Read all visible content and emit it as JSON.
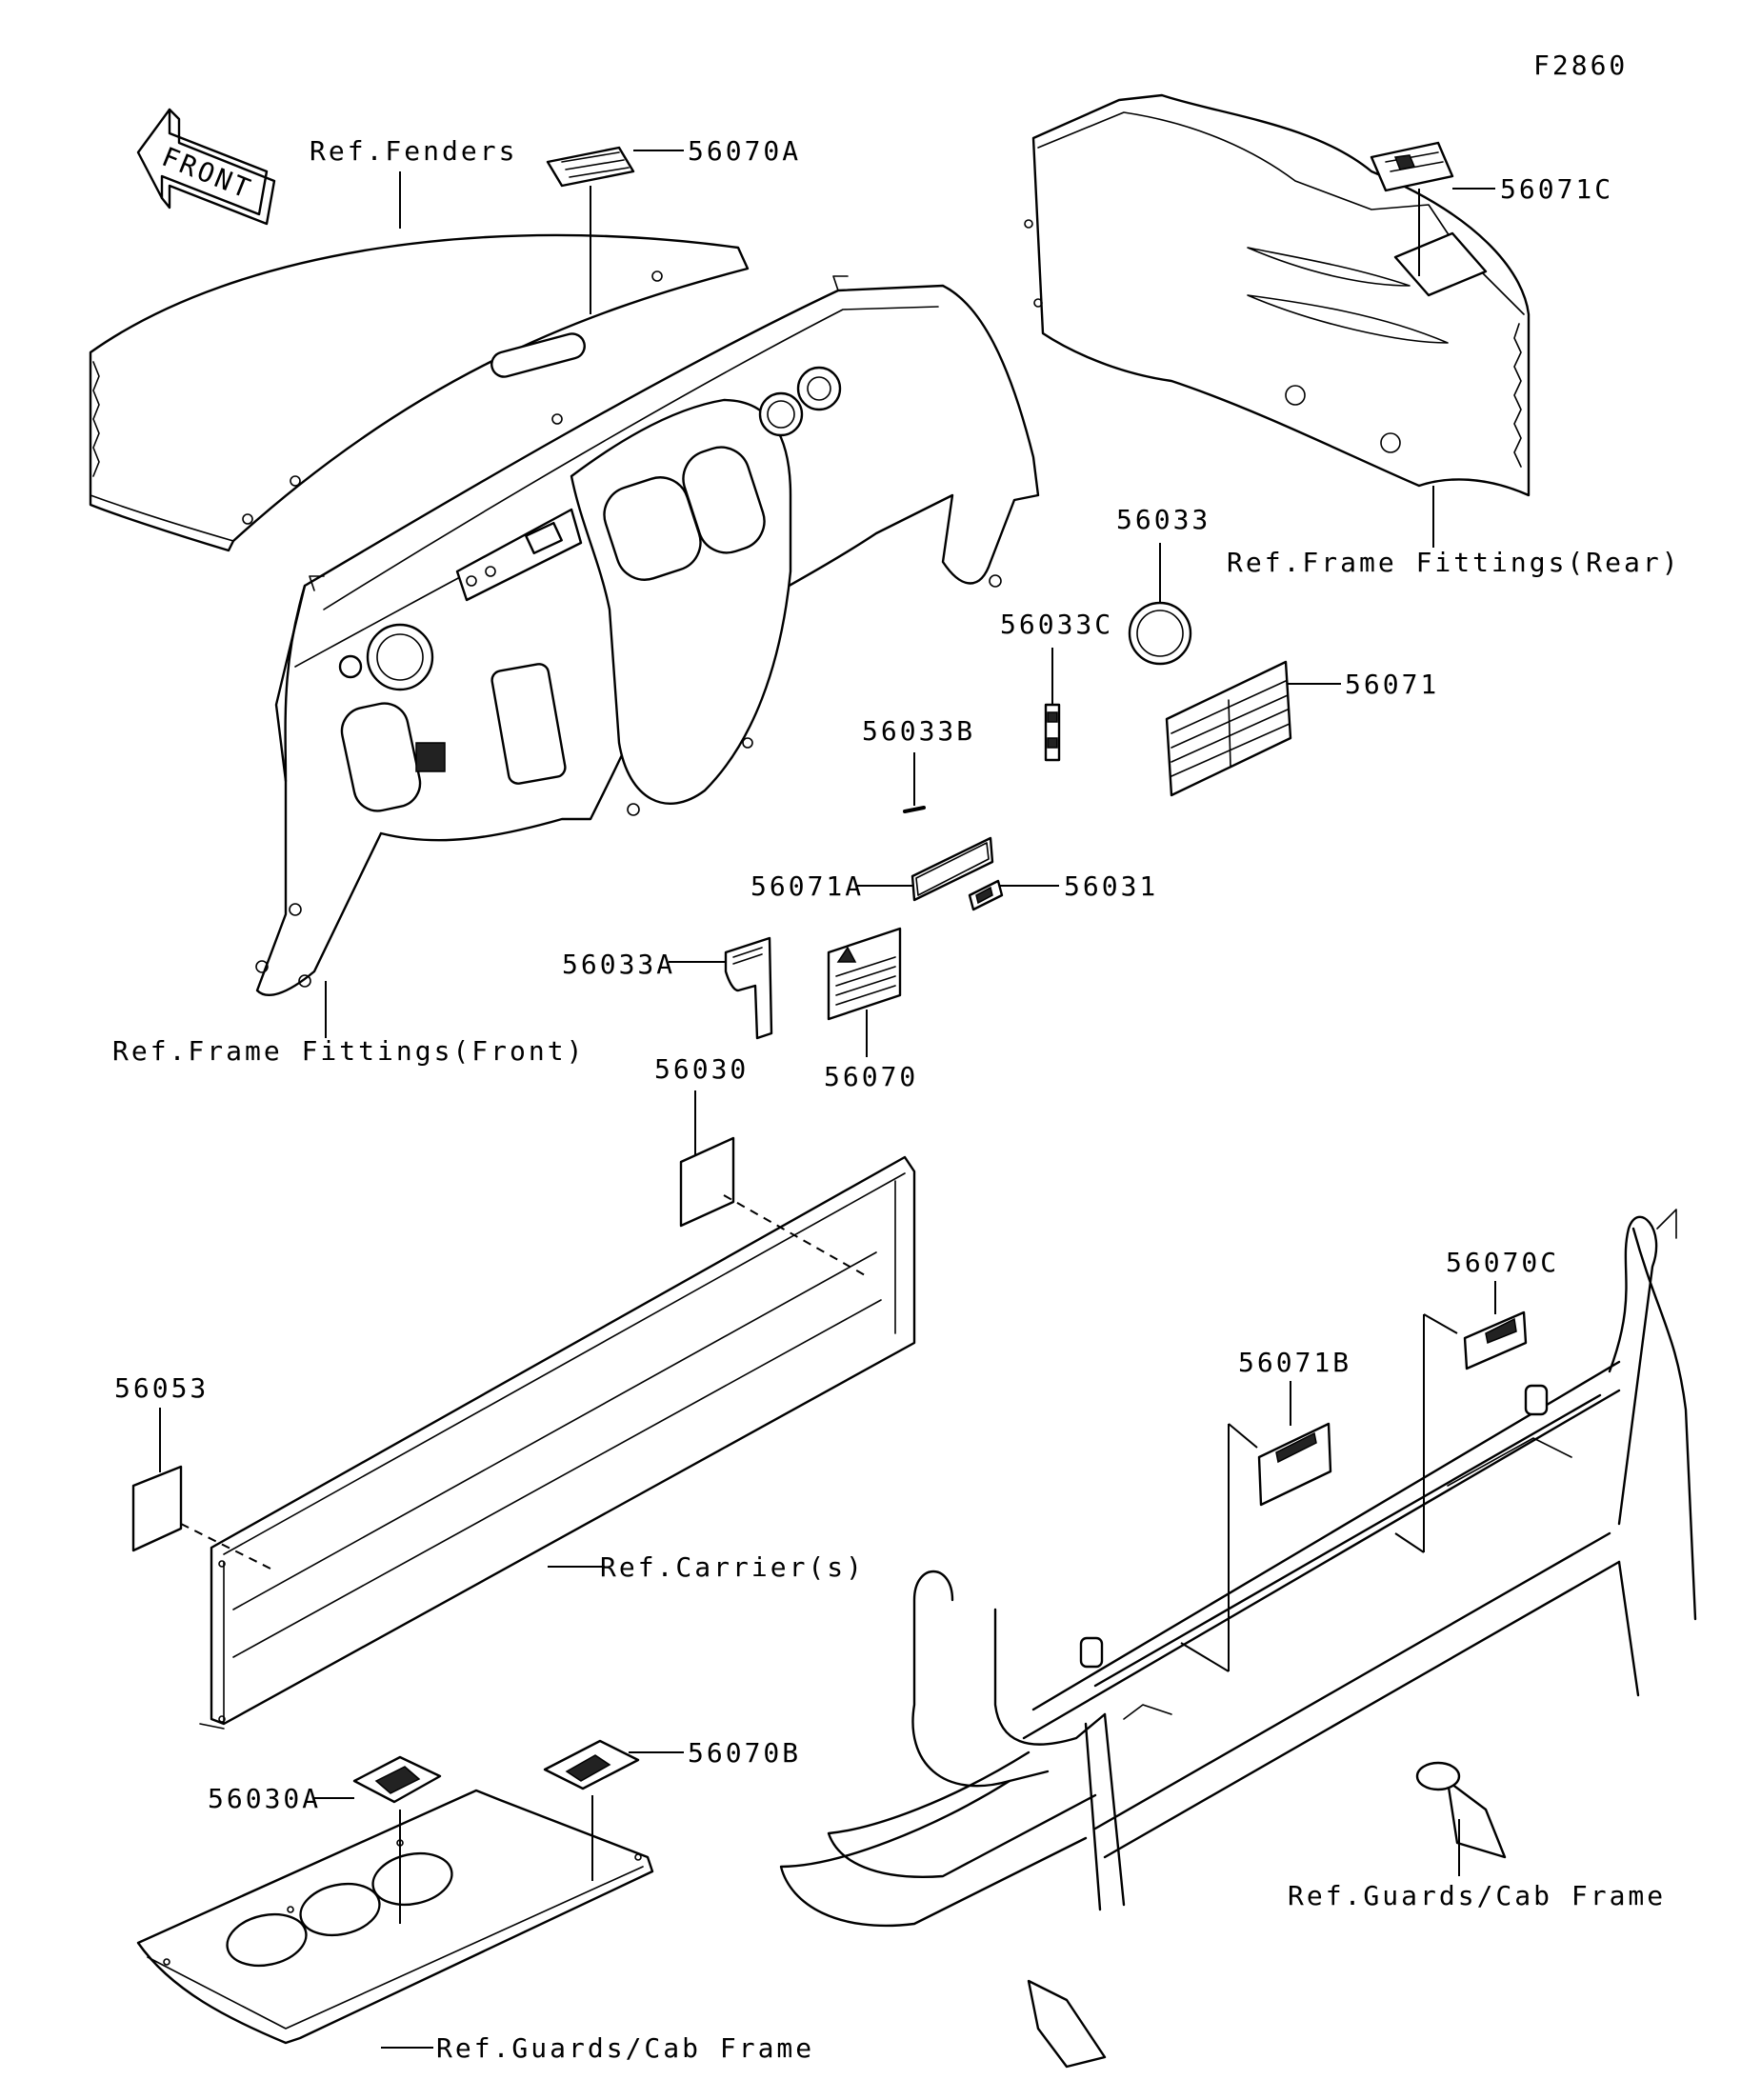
{
  "figure_code": "F2860",
  "direction_label": "FRONT",
  "parts": {
    "p56070A": "56070A",
    "p56071C": "56071C",
    "p56033": "56033",
    "p56033C": "56033C",
    "p56071": "56071",
    "p56033B": "56033B",
    "p56071A": "56071A",
    "p56031": "56031",
    "p56033A": "56033A",
    "p56070": "56070",
    "p56030": "56030",
    "p56053": "56053",
    "p56070C": "56070C",
    "p56071B": "56071B",
    "p56030A": "56030A",
    "p56070B": "56070B"
  },
  "references": {
    "fenders": "Ref.Fenders",
    "frame_rear": "Ref.Frame Fittings(Rear)",
    "frame_front": "Ref.Frame Fittings(Front)",
    "carriers": "Ref.Carrier(s)",
    "guards_cab_right": "Ref.Guards/Cab Frame",
    "guards_cab_bottom": "Ref.Guards/Cab Frame"
  }
}
